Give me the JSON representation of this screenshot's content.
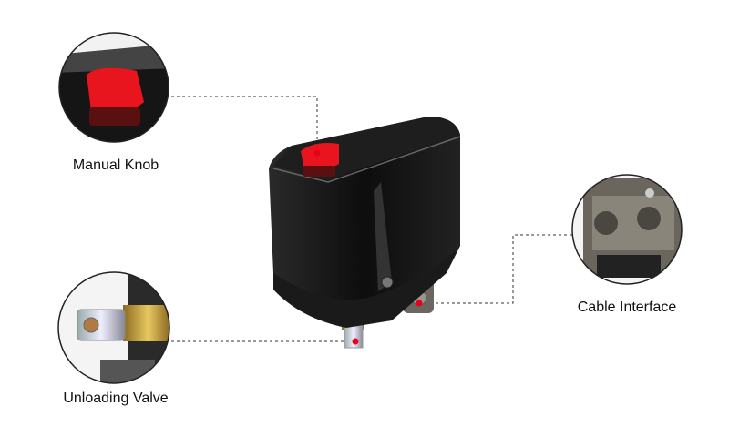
{
  "callouts": [
    {
      "label": "Manual Knob"
    },
    {
      "label": "Unloading Valve"
    },
    {
      "label": "Cable Interface"
    }
  ],
  "colors": {
    "marker": "#e8001a",
    "knob": "#e8141e",
    "body": "#111111",
    "line": "#333333"
  }
}
